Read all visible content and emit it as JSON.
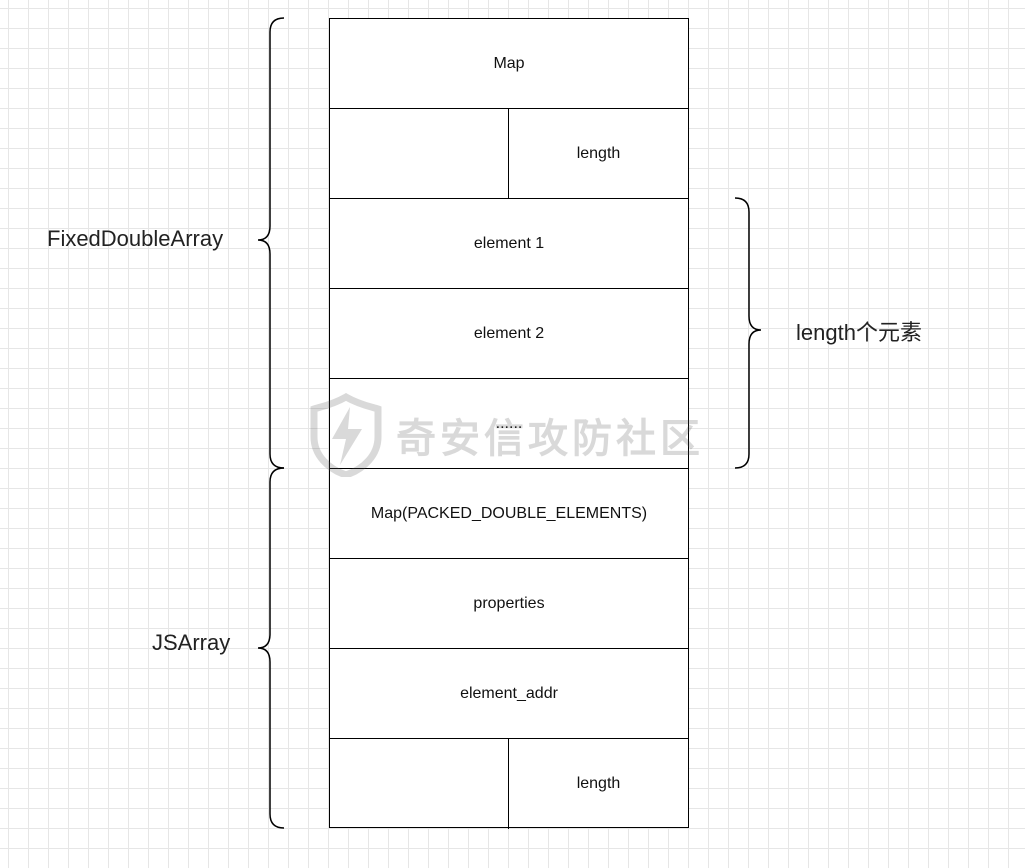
{
  "rows": [
    {
      "text": "Map"
    },
    {
      "left": "",
      "right": "length"
    },
    {
      "text": "element 1"
    },
    {
      "text": "element 2"
    },
    {
      "text": "......"
    },
    {
      "text": "Map(PACKED_DOUBLE_ELEMENTS)"
    },
    {
      "text": "properties"
    },
    {
      "text": "element_addr"
    },
    {
      "left": "",
      "right": "length"
    }
  ],
  "labels": {
    "fixed_double_array": "FixedDoubleArray",
    "js_array": "JSArray",
    "length_elements": "length个元素"
  },
  "watermark": {
    "text": "奇安信攻防社区",
    "icon": "lightning-shield-icon"
  },
  "colors": {
    "line": "#000000",
    "grid": "#e6e6e6",
    "watermark": "#555555"
  }
}
